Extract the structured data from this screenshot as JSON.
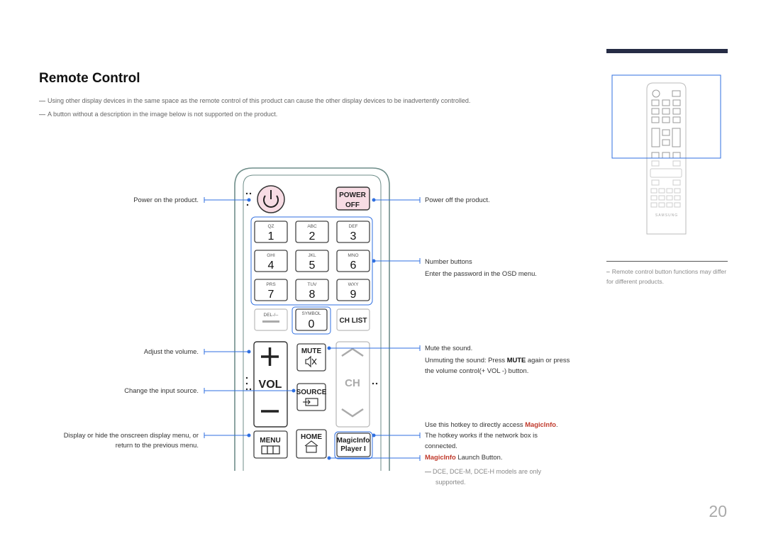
{
  "header": {
    "title": "Remote Control"
  },
  "notes": [
    "Using other display devices in the same space as the remote control of this product can cause the other display devices to be inadvertently controlled.",
    "A button without a description in the image below is not supported on the product."
  ],
  "sidebar": {
    "note": "Remote control button functions may differ for different products.",
    "brand": "SAMSUNG"
  },
  "page_number": "20",
  "callouts_left": {
    "power_on": "Power on the product.",
    "volume": "Adjust the volume.",
    "source": "Change the input source.",
    "menu_line1": "Display or hide the onscreen display menu, or",
    "menu_line2": "return to the previous menu."
  },
  "callouts_right": {
    "power_off": "Power off the product.",
    "numbers_title": "Number buttons",
    "numbers_desc": "Enter the password in the OSD menu.",
    "mute_title": "Mute the sound.",
    "mute_desc_1": "Unmuting the sound: Press ",
    "mute_desc_bold": "MUTE",
    "mute_desc_2": " again or press",
    "mute_desc_3": "the volume control(+ VOL -) button.",
    "magicinfo_1": "Use this hotkey to directly access ",
    "magicinfo_word": "MagicInfo",
    "magicinfo_1_end": ".",
    "magicinfo_2": "The hotkey works if the network box is",
    "magicinfo_3": "connected.",
    "magicinfo_launch_word": "MagicInfo",
    "magicinfo_launch_rest": " Launch Button.",
    "magicinfo_note_1": "DCE, DCE-M, DCE-H models are only",
    "magicinfo_note_2": "supported."
  },
  "remote": {
    "power_label_1": "POWER",
    "power_label_2": "OFF",
    "keys": [
      {
        "letters": "QZ",
        "digit": "1"
      },
      {
        "letters": "ABC",
        "digit": "2"
      },
      {
        "letters": "DEF",
        "digit": "3"
      },
      {
        "letters": "GHI",
        "digit": "4"
      },
      {
        "letters": "JKL",
        "digit": "5"
      },
      {
        "letters": "MNO",
        "digit": "6"
      },
      {
        "letters": "PRS",
        "digit": "7"
      },
      {
        "letters": "TUV",
        "digit": "8"
      },
      {
        "letters": "WXY",
        "digit": "9"
      }
    ],
    "del_label": "DEL-/--",
    "symbol_label": "SYMBOL",
    "zero": "0",
    "ch_list": "CH LIST",
    "vol_plus": "+",
    "vol_label": "VOL",
    "vol_minus": "−",
    "mute_label": "MUTE",
    "source_label": "SOURCE",
    "ch_label": "CH",
    "menu_label": "MENU",
    "home_label": "HOME",
    "magicinfo_1": "MagicInfo",
    "magicinfo_2": "Player I"
  },
  "colors": {
    "accent": "#c0392b",
    "callout_line": "#2f6fe0",
    "title_bar": "#262c45"
  }
}
